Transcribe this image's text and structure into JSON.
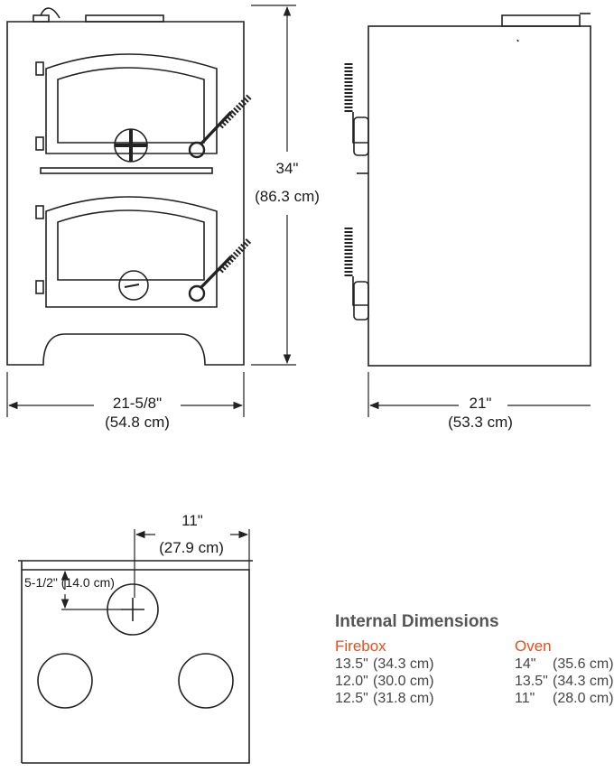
{
  "front_view": {
    "width_in": "21-5/8\"",
    "width_cm": "(54.8 cm)",
    "height_in": "34\"",
    "height_cm": "(86.3 cm)"
  },
  "side_view": {
    "depth_in": "21\"",
    "depth_cm": "(53.3 cm)"
  },
  "top_view": {
    "offset_x_in": "11\"",
    "offset_x_cm": "(27.9   cm)",
    "offset_y": "5-1/2\" (14.0 cm)"
  },
  "internal_dimensions": {
    "heading": "Internal Dimensions",
    "accent_color": "#e2501e",
    "firebox": {
      "title": "Firebox",
      "rows": [
        {
          "in": "13.5\"",
          "cm": "(34.3 cm)"
        },
        {
          "in": "12.0\"",
          "cm": "(30.0 cm)"
        },
        {
          "in": "12.5\"",
          "cm": "(31.8 cm)"
        }
      ]
    },
    "oven": {
      "title": "Oven",
      "rows": [
        {
          "in": "14\"",
          "cm": "(35.6 cm)"
        },
        {
          "in": "13.5\"",
          "cm": "(34.3 cm)"
        },
        {
          "in": "11\"",
          "cm": "(28.0 cm)"
        }
      ]
    }
  }
}
